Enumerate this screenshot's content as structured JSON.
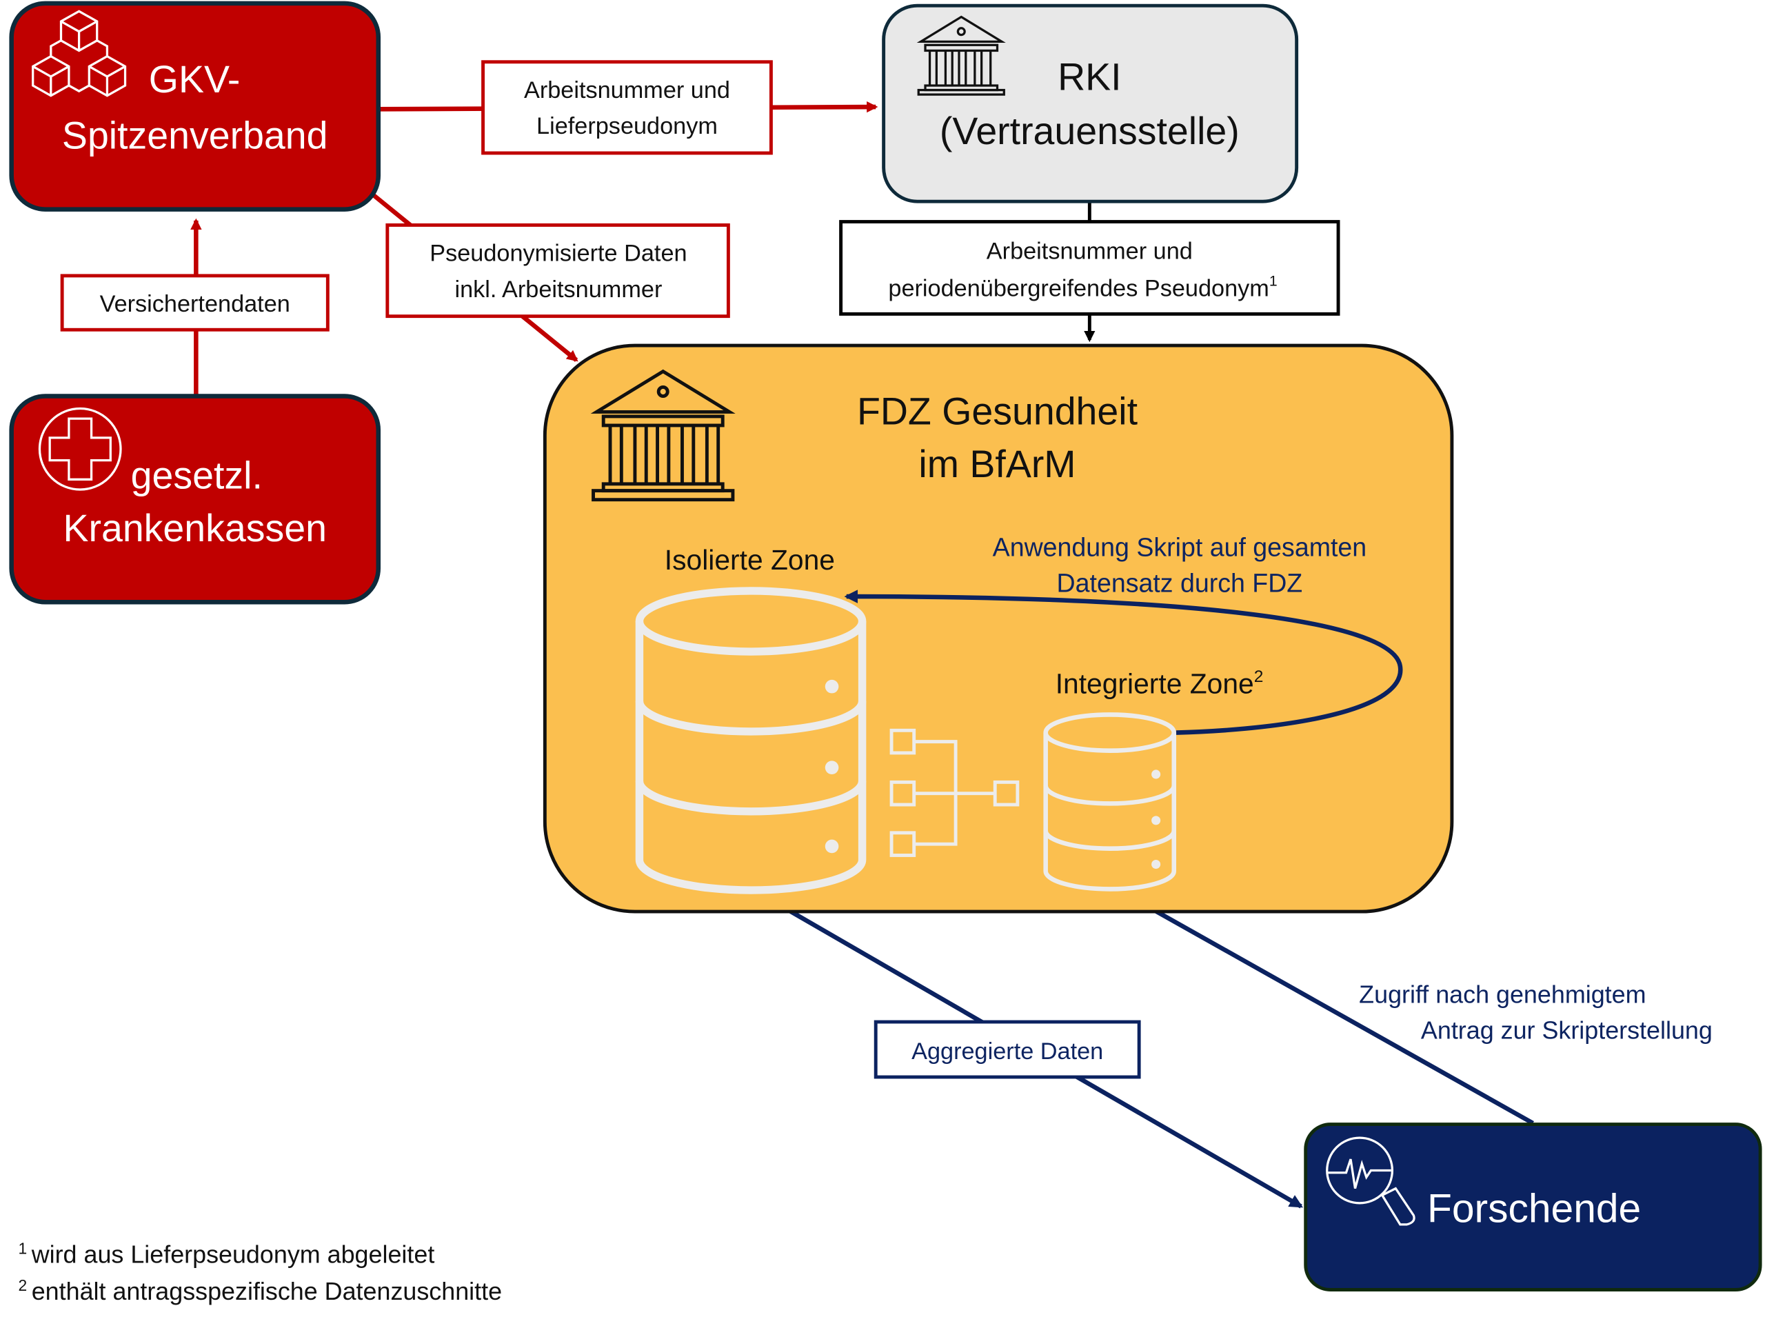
{
  "colors": {
    "red": "#c00000",
    "navy": "#0b2260",
    "orange": "#fbbf4f",
    "grey": "#e8e8e8",
    "outline": "#0e2a3a",
    "cylinder": "#ececec"
  },
  "nodes": {
    "gkv": {
      "line1": "GKV-",
      "line2": "Spitzenverband",
      "icon": "cubes-icon"
    },
    "kassen": {
      "line1": "gesetzl.",
      "line2": "Krankenkassen",
      "icon": "medical-cross-icon"
    },
    "rki": {
      "line1": "RKI",
      "line2": "(Vertrauensstelle)",
      "icon": "institution-icon"
    },
    "fdz": {
      "line1": "FDZ Gesundheit",
      "line2": "im BfArM",
      "icon": "institution-icon",
      "isolated_zone": "Isolierte Zone",
      "integrated_zone": "Integrierte Zone",
      "integrated_zone_sup": "2",
      "script_note_line1": "Anwendung Skript auf gesamten",
      "script_note_line2": "Datensatz durch FDZ"
    },
    "forschende": {
      "label": "Forschende",
      "icon": "magnifier-pulse-icon"
    }
  },
  "edges": {
    "versichertendaten": {
      "label": "Versichertendaten"
    },
    "gkv_to_rki": {
      "line1": "Arbeitsnummer und",
      "line2": "Lieferpseudonym"
    },
    "gkv_to_fdz": {
      "line1": "Pseudonymisierte Daten",
      "line2": "inkl. Arbeitsnummer"
    },
    "rki_to_fdz": {
      "line1": "Arbeitsnummer und",
      "line2": "periodenübergreifendes Pseudonym",
      "sup": "1"
    },
    "fdz_to_forschende": {
      "label": "Aggregierte Daten"
    },
    "forschende_to_fdz": {
      "line1": "Zugriff nach genehmigtem",
      "line2": "Antrag zur Skripterstellung"
    }
  },
  "footnotes": [
    {
      "mark": "1",
      "text": "wird aus Lieferpseudonym abgeleitet"
    },
    {
      "mark": "2",
      "text": "enthält antragsspezifische Datenzuschnitte"
    }
  ]
}
